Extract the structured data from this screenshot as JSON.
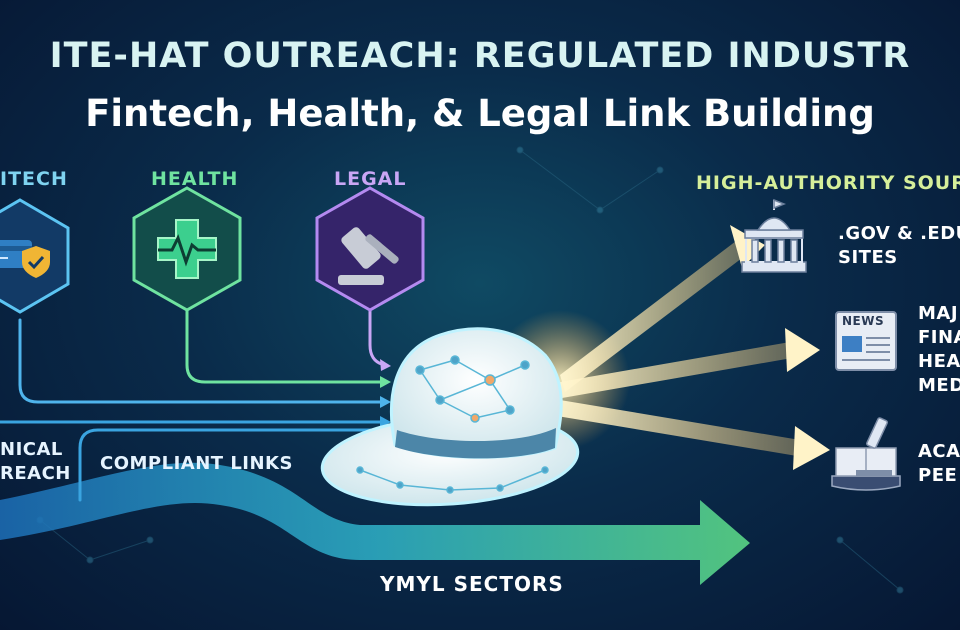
{
  "title": "ITE-HAT OUTREACH: REGULATED INDUSTR",
  "subtitle": "Fintech, Health, & Legal Link Building",
  "categories": {
    "fintech": {
      "label": "ITECH",
      "color": "#7fd3f0"
    },
    "health": {
      "label": "HEALTH",
      "color": "#6fe3a0"
    },
    "legal": {
      "label": "LEGAL",
      "color": "#c9a6f5"
    }
  },
  "sources_heading": "HIGH-AUTHORITY SOUR",
  "sources": [
    {
      "lines": [
        ".GOV & .EDU",
        "SITES"
      ],
      "icon": "government-building-icon"
    },
    {
      "lines": [
        "MAJ",
        "FINA",
        "HEA",
        "MED"
      ],
      "icon": "newspaper-icon",
      "badge": "NEWS"
    },
    {
      "lines": [
        "ACA",
        "PEE"
      ],
      "icon": "microscope-book-icon"
    }
  ],
  "flow_labels": {
    "technical_outreach": [
      "NICAL",
      "REACH"
    ],
    "compliant_links": "COMPLIANT LINKS",
    "ymyl": "YMYL SECTORS"
  },
  "colors": {
    "background": "#0a2b4a",
    "glow": "#ffe7a0",
    "flow_blue": "#3aa4e0",
    "flow_green": "#5fe089"
  }
}
